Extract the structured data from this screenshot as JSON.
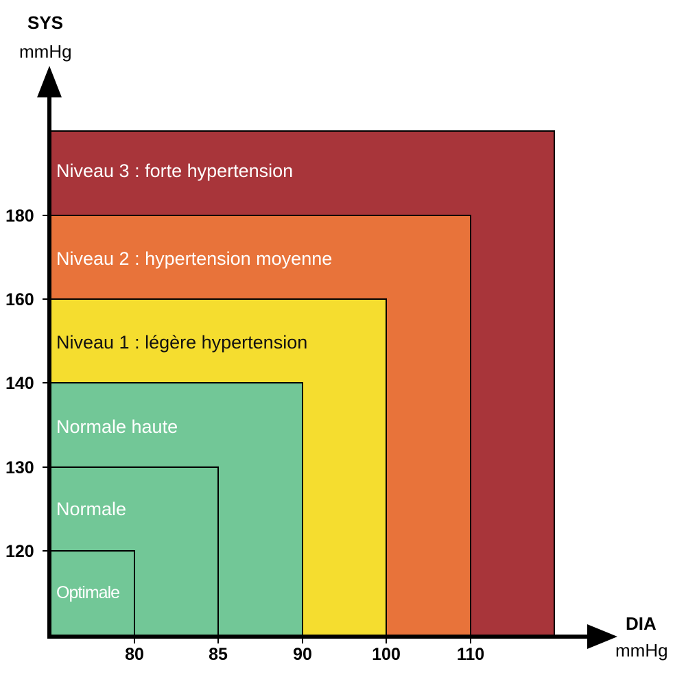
{
  "chart_data": {
    "type": "area",
    "x_axis": {
      "label": "DIA",
      "unit": "mmHg",
      "ticks": [
        "80",
        "85",
        "90",
        "100",
        "110"
      ]
    },
    "y_axis": {
      "label": "SYS",
      "unit": "mmHg",
      "ticks": [
        "120",
        "130",
        "140",
        "160",
        "180"
      ]
    },
    "zones": [
      {
        "label": "Niveau 3 : forte hypertension",
        "dia_max": 115,
        "sys_max": 190,
        "color": "#a8353a",
        "text_color": "#ffffff"
      },
      {
        "label": "Niveau 2 : hypertension moyenne",
        "dia_max": 110,
        "sys_max": 180,
        "color": "#e8733a",
        "text_color": "#ffffff"
      },
      {
        "label": "Niveau 1 : légère hypertension",
        "dia_max": 100,
        "sys_max": 160,
        "color": "#f5dd2f",
        "text_color": "#111111"
      },
      {
        "label": "Normale haute",
        "dia_max": 90,
        "sys_max": 140,
        "color": "#72c797",
        "text_color": "#ffffff"
      },
      {
        "label": "Normale",
        "dia_max": 85,
        "sys_max": 130,
        "color": "#72c797",
        "text_color": "#ffffff"
      },
      {
        "label": "Optimale",
        "dia_max": 80,
        "sys_max": 120,
        "color": "#72c797",
        "text_color": "#ffffff"
      }
    ]
  }
}
